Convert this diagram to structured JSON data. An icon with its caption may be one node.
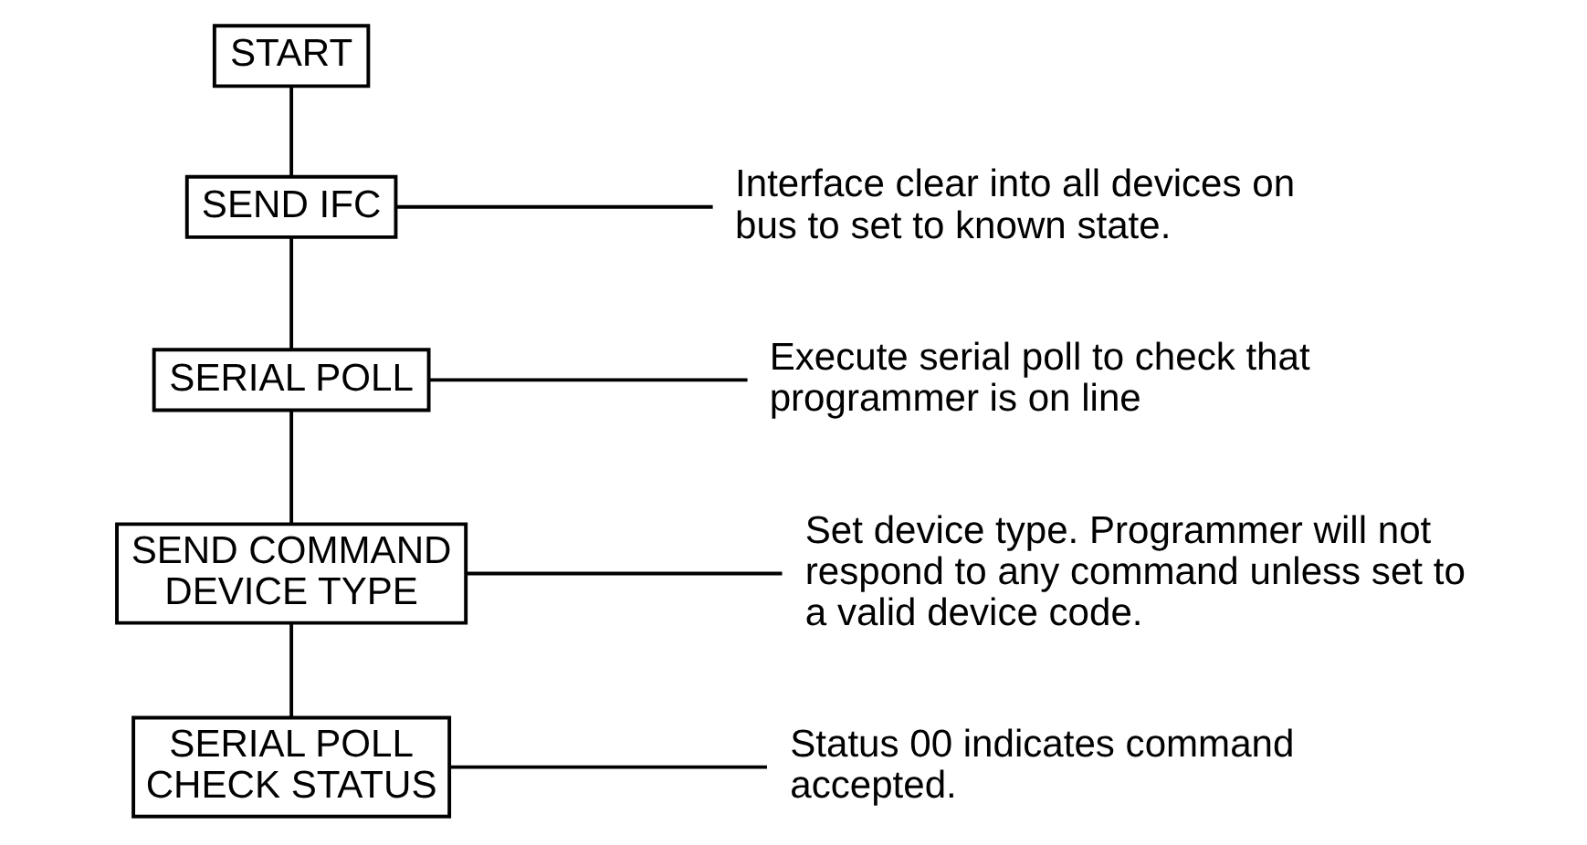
{
  "diagram": {
    "nodes": [
      {
        "text": [
          "START"
        ]
      },
      {
        "text": [
          "SEND IFC"
        ]
      },
      {
        "text": [
          "SERIAL POLL"
        ]
      },
      {
        "text": [
          "SEND COMMAND DEVICE TYPE"
        ]
      },
      {
        "text": [
          "SERIAL POLL CHECK STATUS"
        ]
      },
      {
        "text": [
          "Interface clear into all devices on bus to set to known state."
        ]
      },
      {
        "text": [
          "Execute serial poll to check that programmer is on line"
        ]
      },
      {
        "text": [
          "Set device type. Programmer will not respond to any command unless set to a valid device code."
        ]
      },
      {
        "text": [
          "Status 00 indicates command accepted."
        ]
      }
    ],
    "edges": [
      {
        "from": 0,
        "to": 1,
        "arrow": "none"
      },
      {
        "from": 1,
        "to": 2,
        "arrow": "none"
      },
      {
        "from": 2,
        "to": 3,
        "arrow": "none"
      },
      {
        "from": 3,
        "to": 4,
        "arrow": "none"
      },
      {
        "from": 1,
        "to": 5,
        "arrow": "none"
      },
      {
        "from": 2,
        "to": 6,
        "arrow": "none"
      },
      {
        "from": 3,
        "to": 7,
        "arrow": "none"
      },
      {
        "from": 4,
        "to": 8,
        "arrow": "none"
      }
    ]
  }
}
